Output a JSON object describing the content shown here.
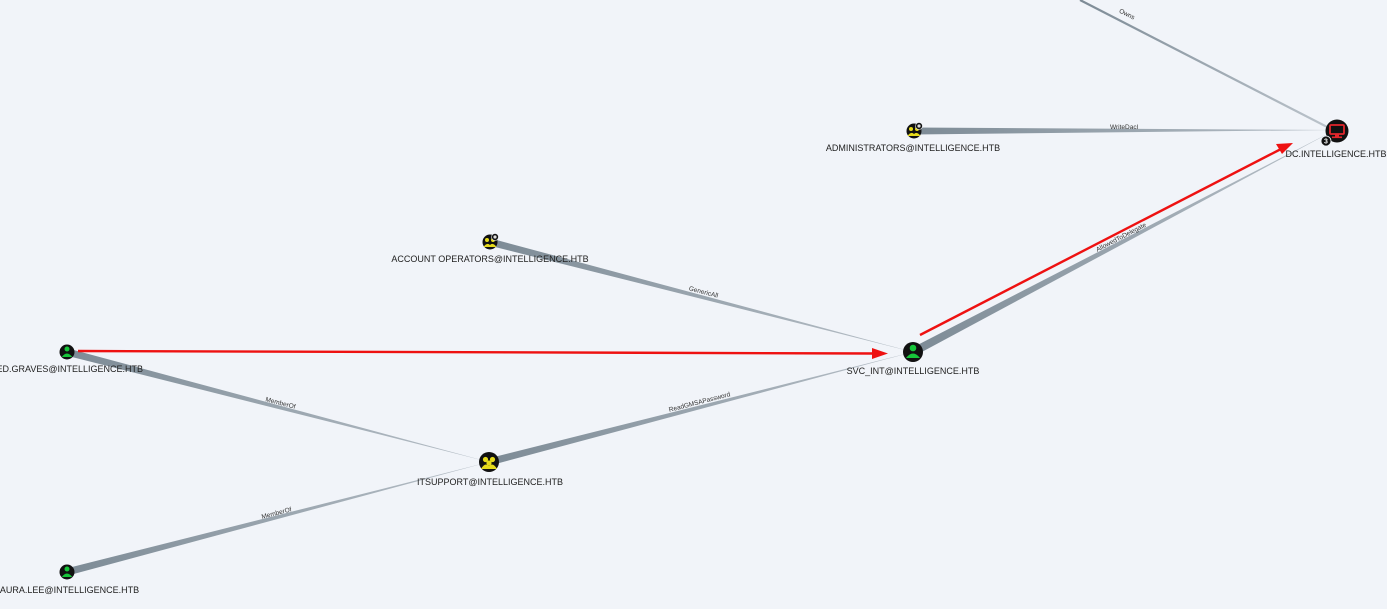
{
  "nodes": {
    "dc": {
      "label": "DC.INTELLIGENCE.HTB",
      "kind": "computer-icon",
      "badge": "3"
    },
    "administrators": {
      "label": "ADMINISTRATORS@INTELLIGENCE.HTB",
      "kind": "group-icon"
    },
    "account_operators": {
      "label": "ACCOUNT OPERATORS@INTELLIGENCE.HTB",
      "kind": "group-icon"
    },
    "svc_int": {
      "label": "SVC_INT@INTELLIGENCE.HTB",
      "kind": "user-icon"
    },
    "ted_graves": {
      "label": "TED.GRAVES@INTELLIGENCE.HTB",
      "kind": "user-icon"
    },
    "itsupport": {
      "label": "ITSUPPORT@INTELLIGENCE.HTB",
      "kind": "group-icon"
    },
    "laura_lee": {
      "label": "LAURA.LEE@INTELLIGENCE.HTB",
      "kind": "user-icon"
    }
  },
  "edges": {
    "owns": "Owns",
    "writedacl": "WriteDacl",
    "allowedtodelegate": "AllowedToDelegate",
    "genericall": "GenericAll",
    "readgmsapassword": "ReadGMSAPassword",
    "memberof_ted": "MemberOf",
    "memberof_laura": "MemberOf"
  },
  "colors": {
    "background": "#f1f4f9",
    "edge": "#7d8b96",
    "path_arrow": "#ee1111",
    "user_node": "#17c63a",
    "group_node": "#e6db1c",
    "computer_node": "#e3262c"
  }
}
